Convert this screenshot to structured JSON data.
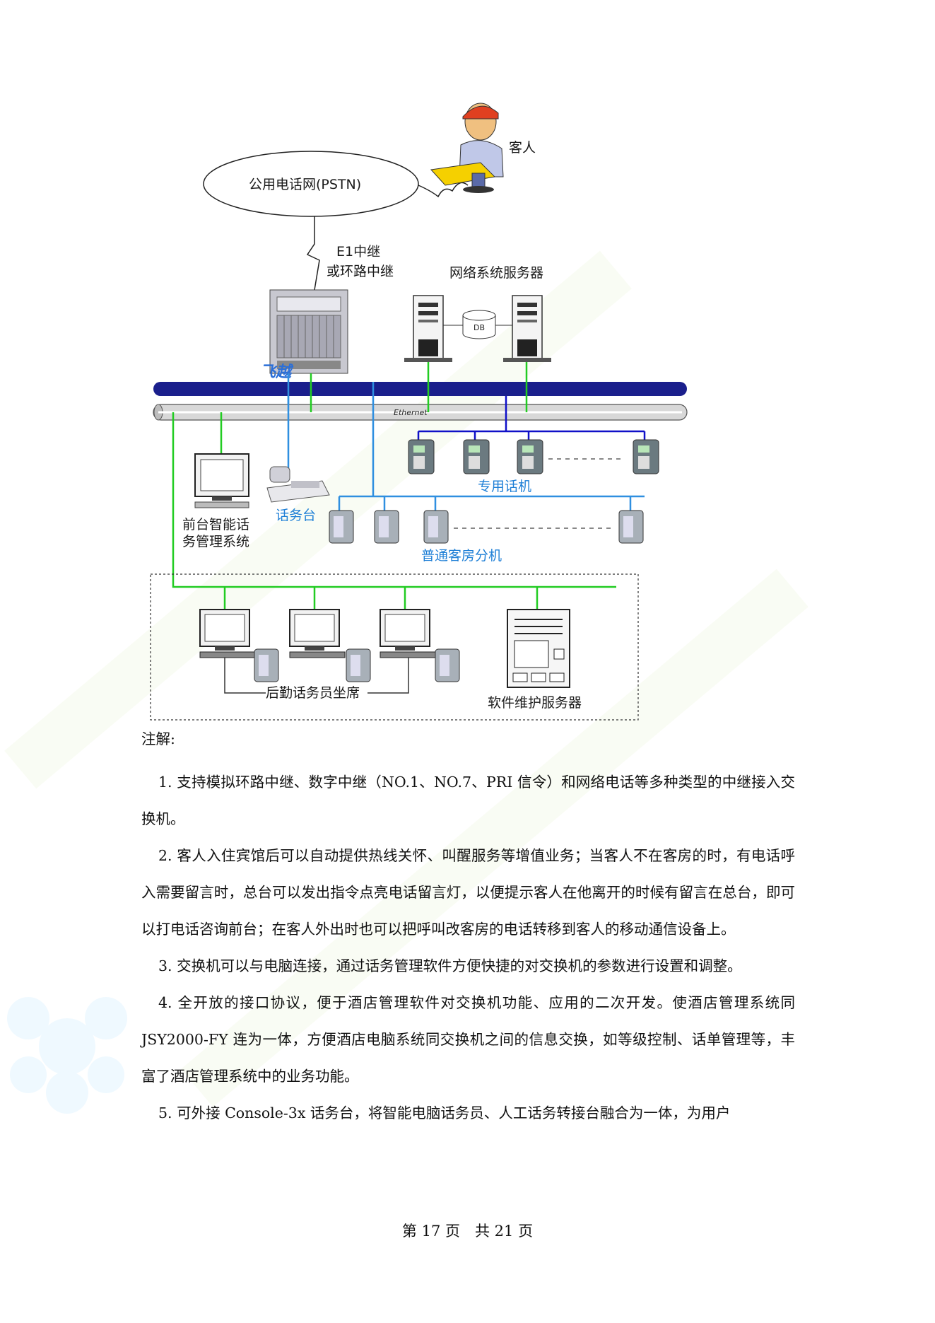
{
  "diagram": {
    "pstn_label": "公用电话网(PSTN)",
    "guest_label": "客人",
    "trunk_line1": "E1中继",
    "trunk_line2": "或环路中继",
    "network_server_label": "网络系统服务器",
    "db_label": "DB",
    "brand_label": "飞越",
    "ethernet_label": "Ethernet",
    "dedicated_phone_label": "专用话机",
    "console_label": "话务台",
    "front_desk_line1": "前台智能话",
    "front_desk_line2": "务管理系统",
    "guest_room_label": "普通客房分机",
    "backoffice_label": "后勤话务员坐席",
    "maintenance_label": "软件维护服务器"
  },
  "notes": {
    "title": "注解:",
    "items": [
      "1. 支持模拟环路中继、数字中继（NO.1、NO.7、PRI 信令）和网络电话等多种类型的中继接入交换机。",
      "2. 客人入住宾馆后可以自动提供热线关怀、叫醒服务等增值业务；当客人不在客房的时，有电话呼入需要留言时，总台可以发出指令点亮电话留言灯，以便提示客人在他离开的时候有留言在总台，即可以打电话咨询前台；在客人外出时也可以把呼叫改客房的电话转移到客人的移动通信设备上。",
      "3. 交换机可以与电脑连接，通过话务管理软件方便快捷的对交换机的参数进行设置和调整。",
      "4. 全开放的接口协议，便于酒店管理软件对交换机功能、应用的二次开发。使酒店管理系统同 JSY2000-FY 连为一体，方便酒店电脑系统同交换机之间的信息交换，如等级控制、话单管理等，丰富了酒店管理系统中的业务功能。",
      "5. 可外接 Console-3x 话务台，将智能电脑话务员、人工话务转接台融合为一体，为用户"
    ]
  },
  "footer": {
    "page_text": "第 17 页　共 21 页"
  },
  "colors": {
    "blue_bus": "#1a1f8c",
    "green_line": "#22cc22",
    "blue_line": "#2f8fe0",
    "dark_blue_line": "#1010c8",
    "label_blue": "#1e7fd6"
  }
}
